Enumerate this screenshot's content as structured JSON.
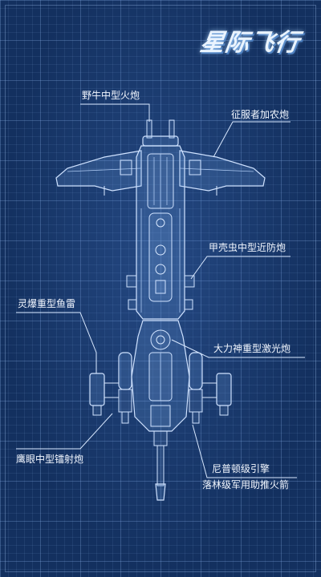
{
  "title": "星际飞行",
  "labels": {
    "yeniu": "野牛中型火炮",
    "zhengfuzhe": "征服者加农炮",
    "jiakechong": "甲壳虫中型近防炮",
    "lingbao": "灵爆重型鱼雷",
    "dalishen": "大力神重型激光炮",
    "yingyan": "鹰眼中型镭射炮",
    "nipudun": "尼普顿级引擎",
    "luolin": "落林级军用助推火箭"
  },
  "colors": {
    "background": "#13305f",
    "line": "#d8e8ff"
  }
}
